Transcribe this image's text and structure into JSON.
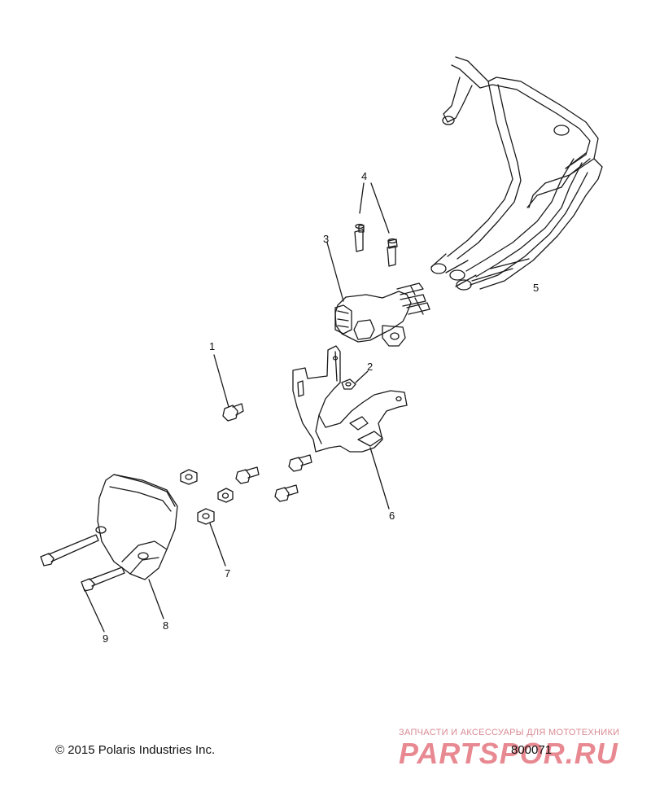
{
  "diagram": {
    "callouts": [
      "1",
      "2",
      "3",
      "4",
      "5",
      "6",
      "7",
      "8",
      "9"
    ]
  },
  "footer": {
    "copyright": "© 2015 Polaris Industries Inc.",
    "figure_number": "800071"
  },
  "watermark": {
    "tagline": "ЗАПЧАСТИ И АКСЕССУАРЫ ДЛЯ МОТОТЕХНИКИ",
    "logo_text": "PARTSPOR.RU"
  },
  "colors": {
    "line": "#1a1a1a",
    "watermark": "#d62839"
  }
}
